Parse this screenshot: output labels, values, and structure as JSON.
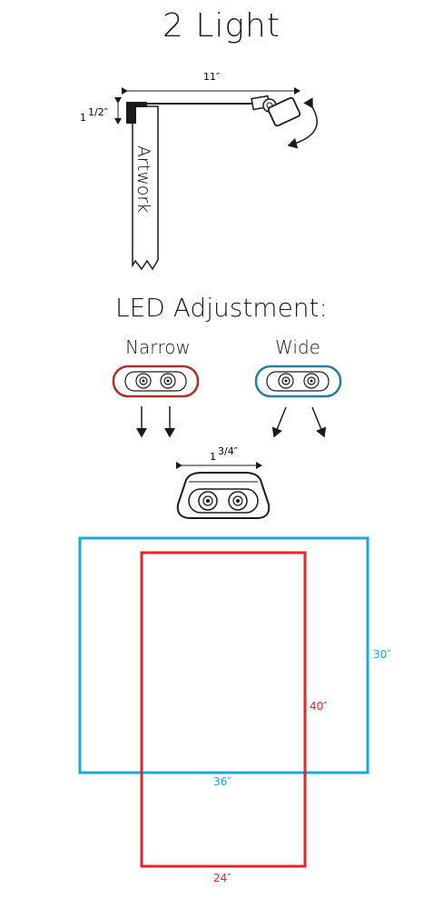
{
  "title": "2 Light",
  "mount": {
    "width_label": "11″",
    "height_label": "1",
    "height_fraction": "1/2″",
    "artwork_label": "Artwork"
  },
  "led": {
    "section_title": "LED Adjustment:",
    "narrow_label": "Narrow",
    "wide_label": "Wide",
    "narrow_color": "#a8322d",
    "wide_color": "#2a7ba6",
    "head_width_label": "1",
    "head_width_fraction": "3/4″"
  },
  "coverage": {
    "wide_color": "#1aa7e0",
    "narrow_color": "#e5242b",
    "wide_height_label": "30″",
    "wide_width_label": "36″",
    "narrow_height_label": "40″",
    "narrow_width_label": "24″"
  }
}
